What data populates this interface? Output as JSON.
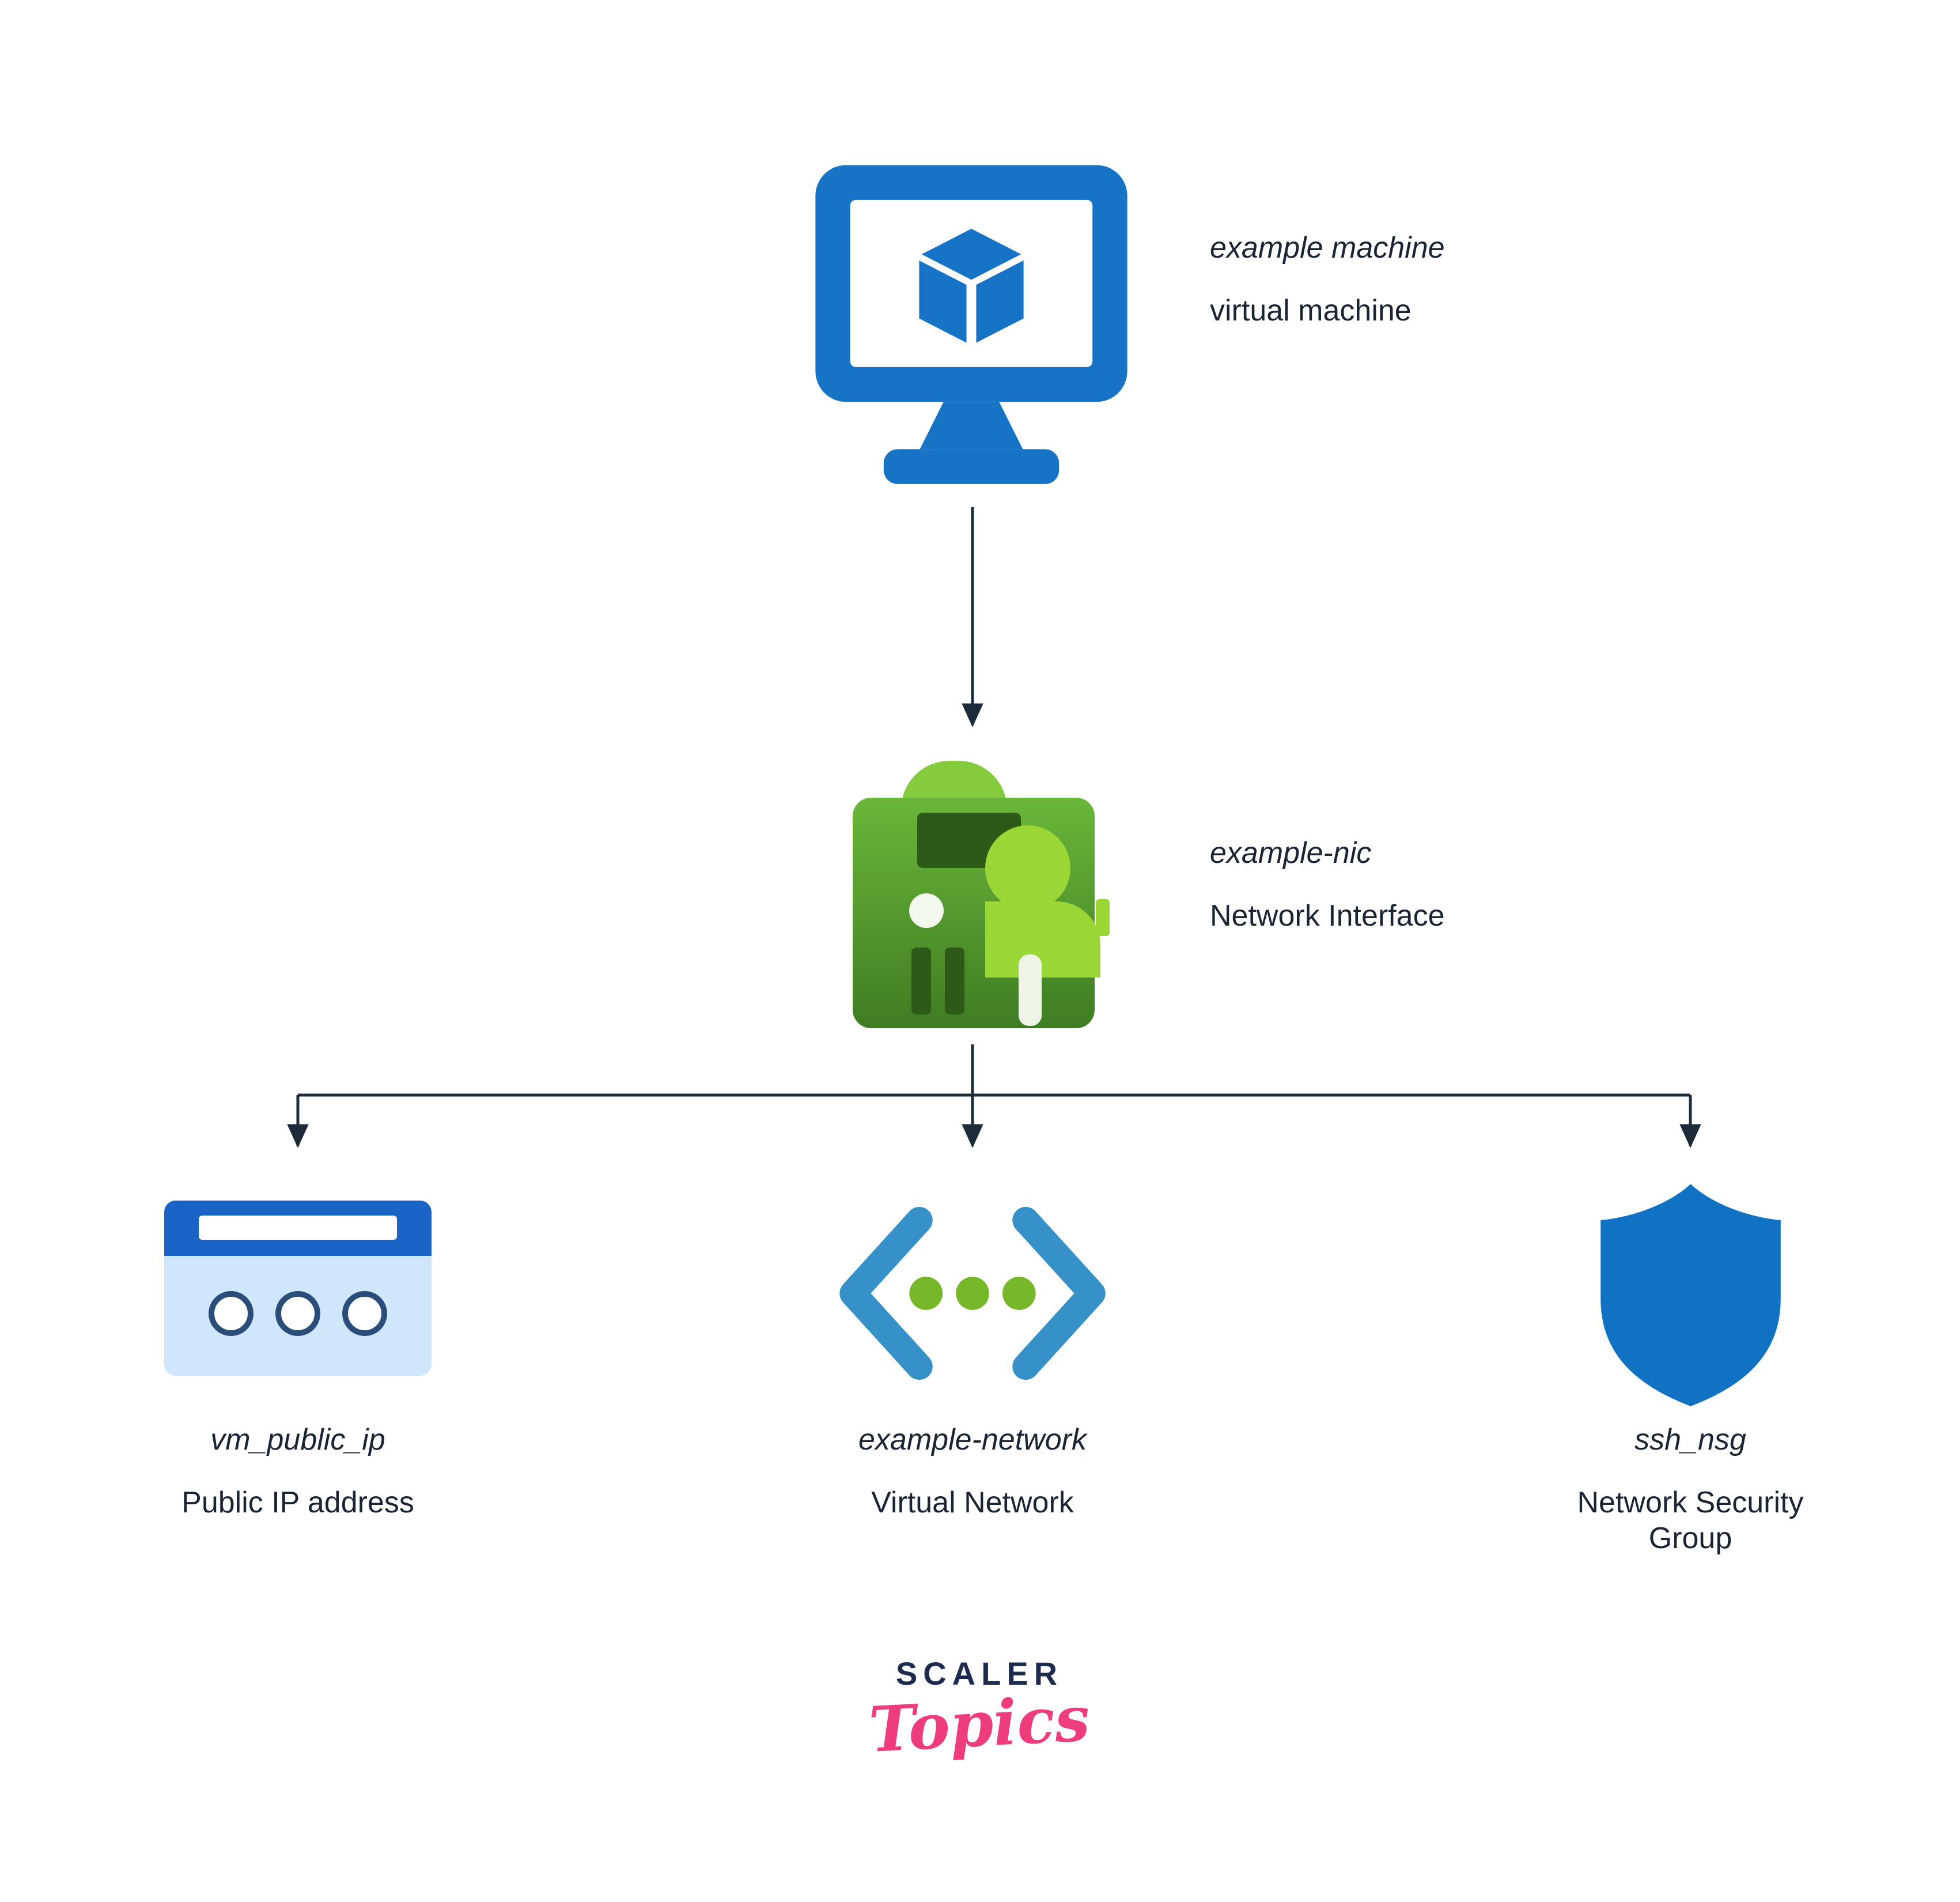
{
  "diagram": {
    "nodes": {
      "vm": {
        "name": "example machine",
        "type": "virtual machine"
      },
      "nic": {
        "name": "example-nic",
        "type": "Network Interface"
      },
      "public_ip": {
        "name": "vm_public_ip",
        "type": "Public IP address"
      },
      "vnet": {
        "name": "example-network",
        "type": "Virtual Network"
      },
      "nsg": {
        "name": "ssh_nsg",
        "type": "Network Security Group"
      }
    },
    "edges": [
      {
        "from": "example machine",
        "to": "example-nic"
      },
      {
        "from": "example-nic",
        "to": "vm_public_ip"
      },
      {
        "from": "example-nic",
        "to": "example-network"
      },
      {
        "from": "example-nic",
        "to": "ssh_nsg"
      }
    ],
    "colors": {
      "vm_blue": "#1673c5",
      "nic_green_top": "#6ab63a",
      "nic_green_bottom": "#3e7d22",
      "nic_arch_green": "#84cb3e",
      "nic_lime": "#9ad636",
      "nic_dark_green": "#2e5a18",
      "public_ip_header": "#1b63c5",
      "public_ip_body": "#cfe6fb",
      "ip_dot_stroke": "#2b4d79",
      "vnet_blue": "#3691c9",
      "vnet_dot_green": "#76b82a",
      "nsg_blue": "#1172c3",
      "connector": "#1c2b3a",
      "text": "#1a2433",
      "logo_navy": "#1d2b4f",
      "logo_pink": "#ee3d7d"
    }
  },
  "logo": {
    "wordmark": "SCALER",
    "script": "Topics"
  }
}
